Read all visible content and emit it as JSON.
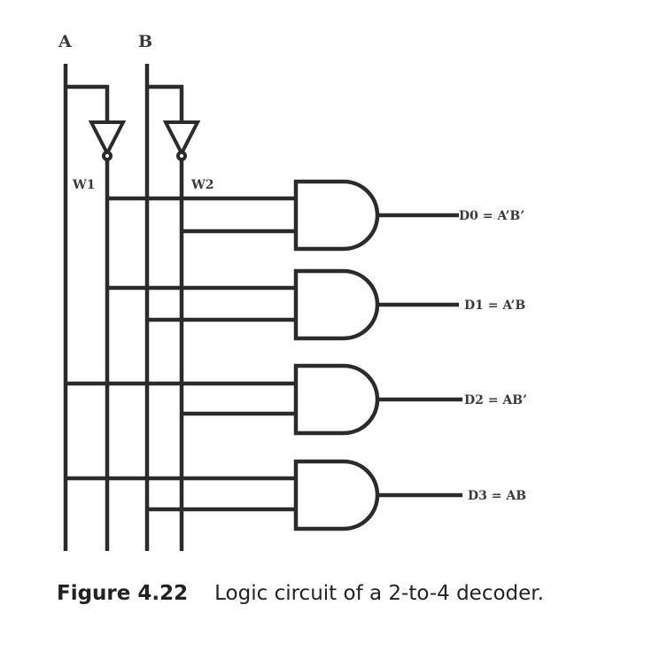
{
  "inputs": {
    "a": "A",
    "b": "B"
  },
  "wires": {
    "w1": "W1",
    "w2": "W2"
  },
  "outputs": {
    "d0": "D0 = A’B’",
    "d1": "D1 = A’B",
    "d2": "D2 = AB’",
    "d3": "D3 = AB"
  },
  "caption": {
    "number": "Figure 4.22",
    "text": "Logic circuit of a 2-to-4 decoder."
  }
}
